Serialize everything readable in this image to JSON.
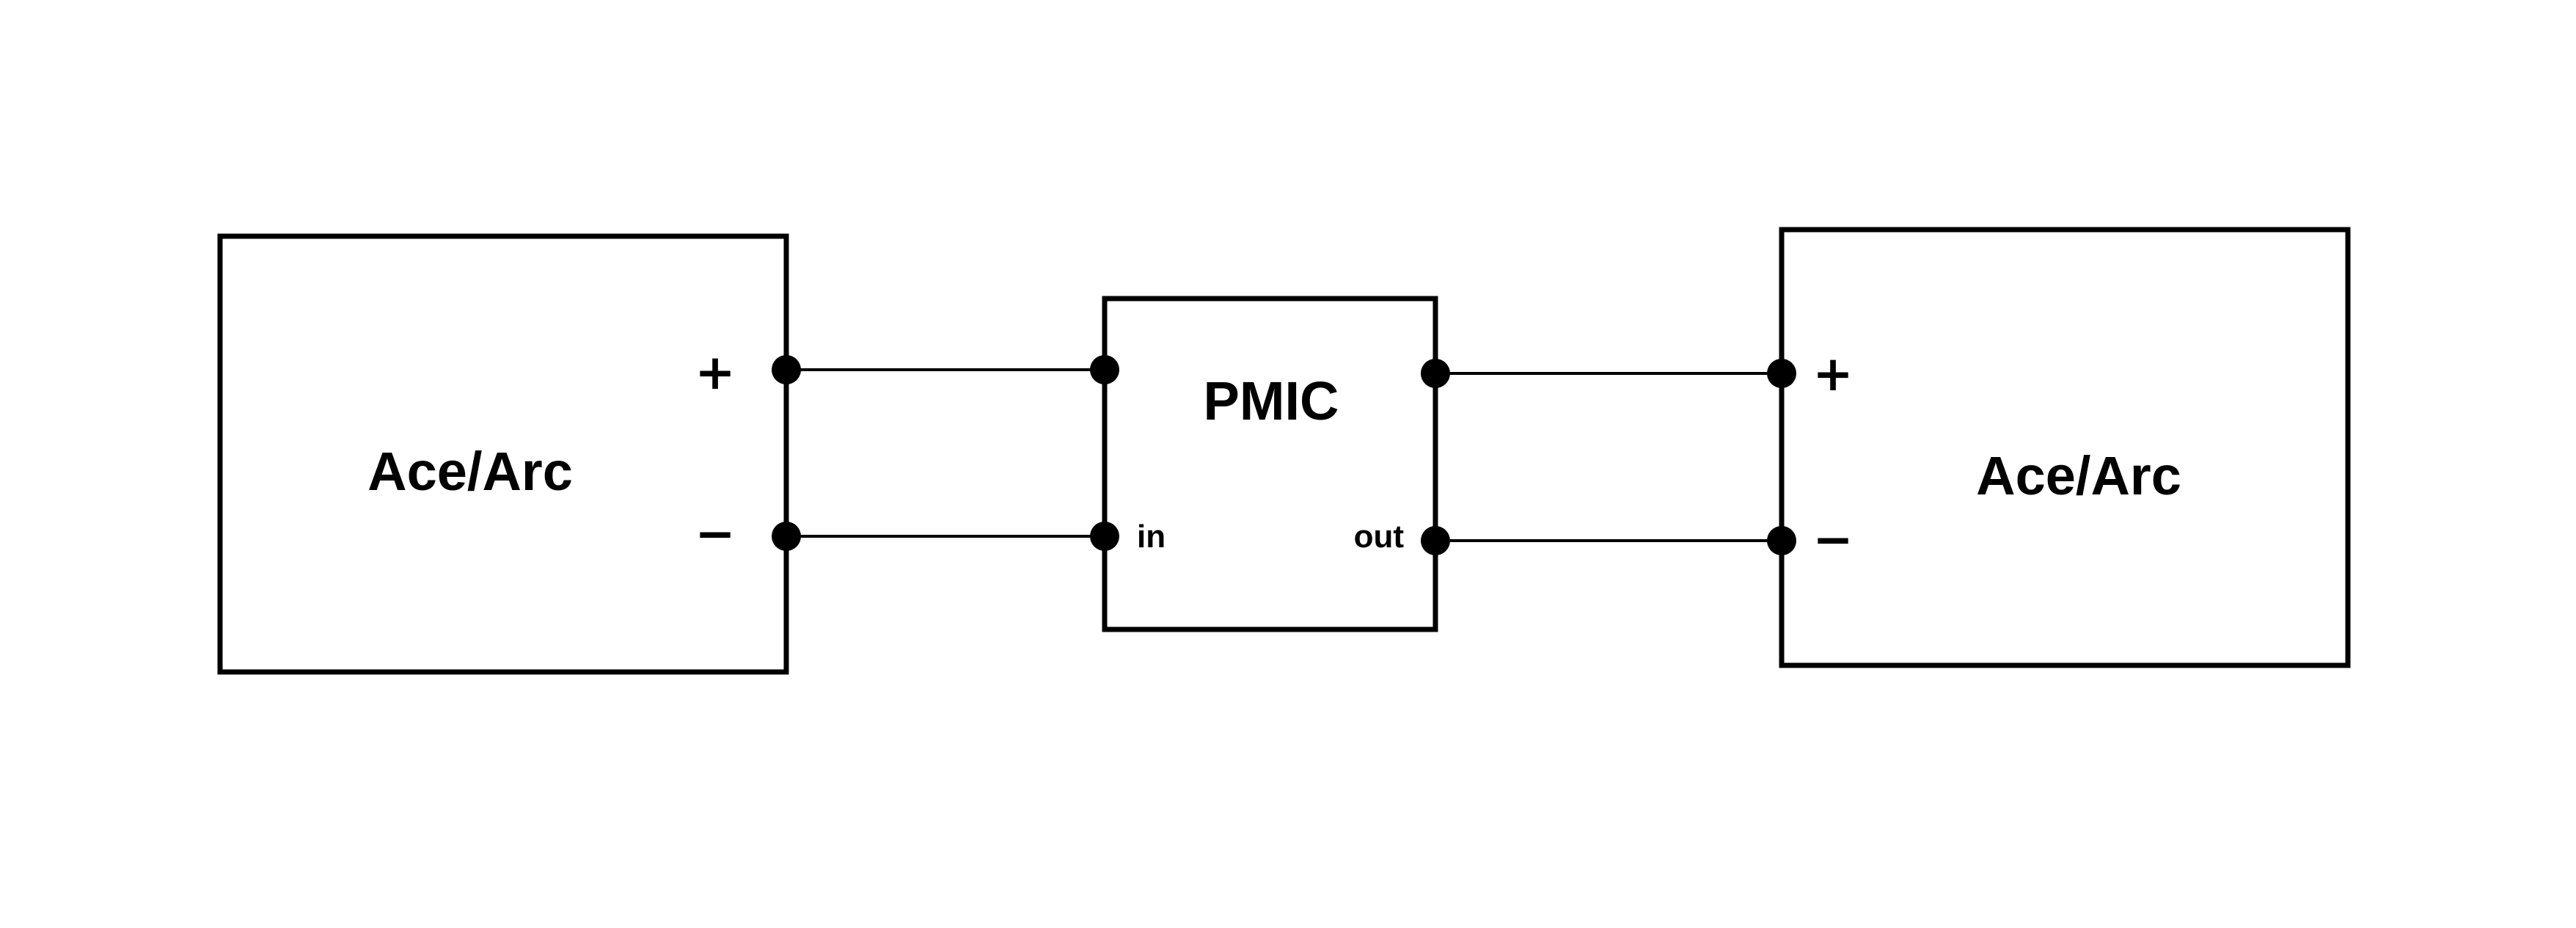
{
  "diagram": {
    "left_block": {
      "label": "Ace/Arc",
      "plus": "+",
      "minus": "−"
    },
    "pmic": {
      "label": "PMIC",
      "in_label": "in",
      "out_label": "out"
    },
    "right_block": {
      "label": "Ace/Arc",
      "plus": "+",
      "minus": "−"
    }
  }
}
